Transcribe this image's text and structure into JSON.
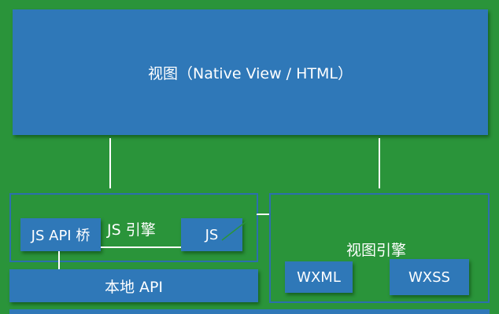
{
  "view_layer": {
    "label": "视图（Native View / HTML）"
  },
  "js_engine": {
    "title": "JS 引擎",
    "bridge_label": "JS API 桥",
    "js_label": "JS"
  },
  "native_api": {
    "label": "本地 API"
  },
  "view_engine": {
    "title": "视图引擎",
    "wxml_label": "WXML",
    "wxss_label": "WXSS"
  },
  "colors": {
    "background": "#2a943a",
    "box_fill": "#2f78b8",
    "frame_border": "#2c6fae",
    "connector": "#ffffff"
  }
}
